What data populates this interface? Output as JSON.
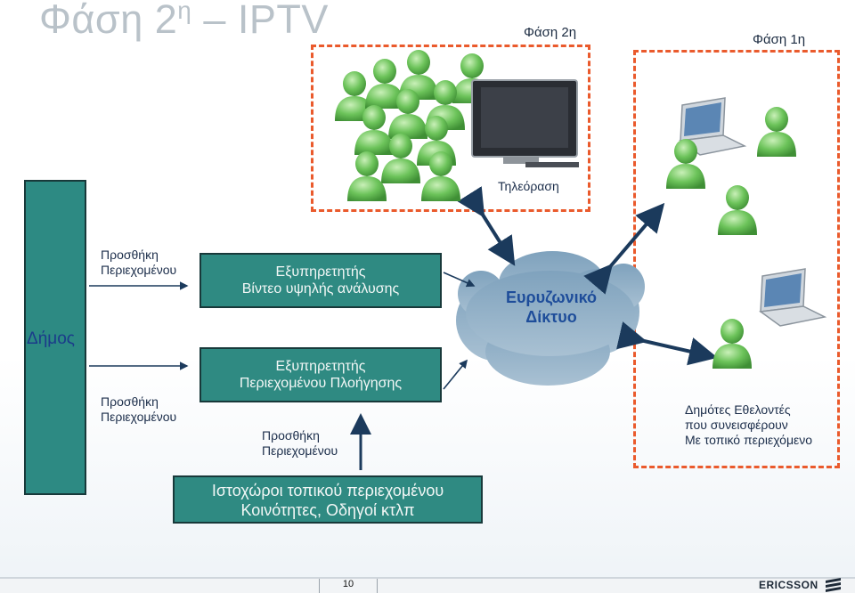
{
  "slide": {
    "title_main": "Φάση 2",
    "title_sup": "η",
    "title_rest": " – IPTV",
    "page_number": "10",
    "brand": "ERICSSON"
  },
  "phase2": {
    "label": "Φάση 2η",
    "tv_caption": "Τηλεόραση"
  },
  "phase1": {
    "label": "Φάση 1η",
    "caption_line1": "Δημότες  Εθελοντές",
    "caption_line2": "που συνεισφέρουν",
    "caption_line3": "Με τοπικό περιεχόμενο"
  },
  "municipality": {
    "label": "Δήμος"
  },
  "add_content_top": {
    "line1": "Προσθήκη",
    "line2": "Περιεχομένου"
  },
  "add_content_bottom": {
    "line1": "Προσθήκη",
    "line2": "Περιεχομένου"
  },
  "add_content_mid": {
    "line1": "Προσθήκη",
    "line2": "Περιεχομένου"
  },
  "video_server": {
    "line1": "Εξυπηρετητής",
    "line2": "Βίντεο υψηλής ανάλυσης"
  },
  "nav_server": {
    "line1": "Εξυπηρετητής",
    "line2": "Περιεχομένου Πλοήγησης"
  },
  "local_sites": {
    "line1": "Ιστοχώροι τοπικού περιεχομένου",
    "line2": "Κοινότητες, Οδηγοί κτλπ"
  },
  "network": {
    "line1": "Ευρυζωνικό",
    "line2": "Δίκτυο"
  },
  "colors": {
    "teal": "#2f8a82",
    "dashed": "#ea5a2c",
    "person": "#6cc35a",
    "arrow": "#1b3a5c"
  }
}
